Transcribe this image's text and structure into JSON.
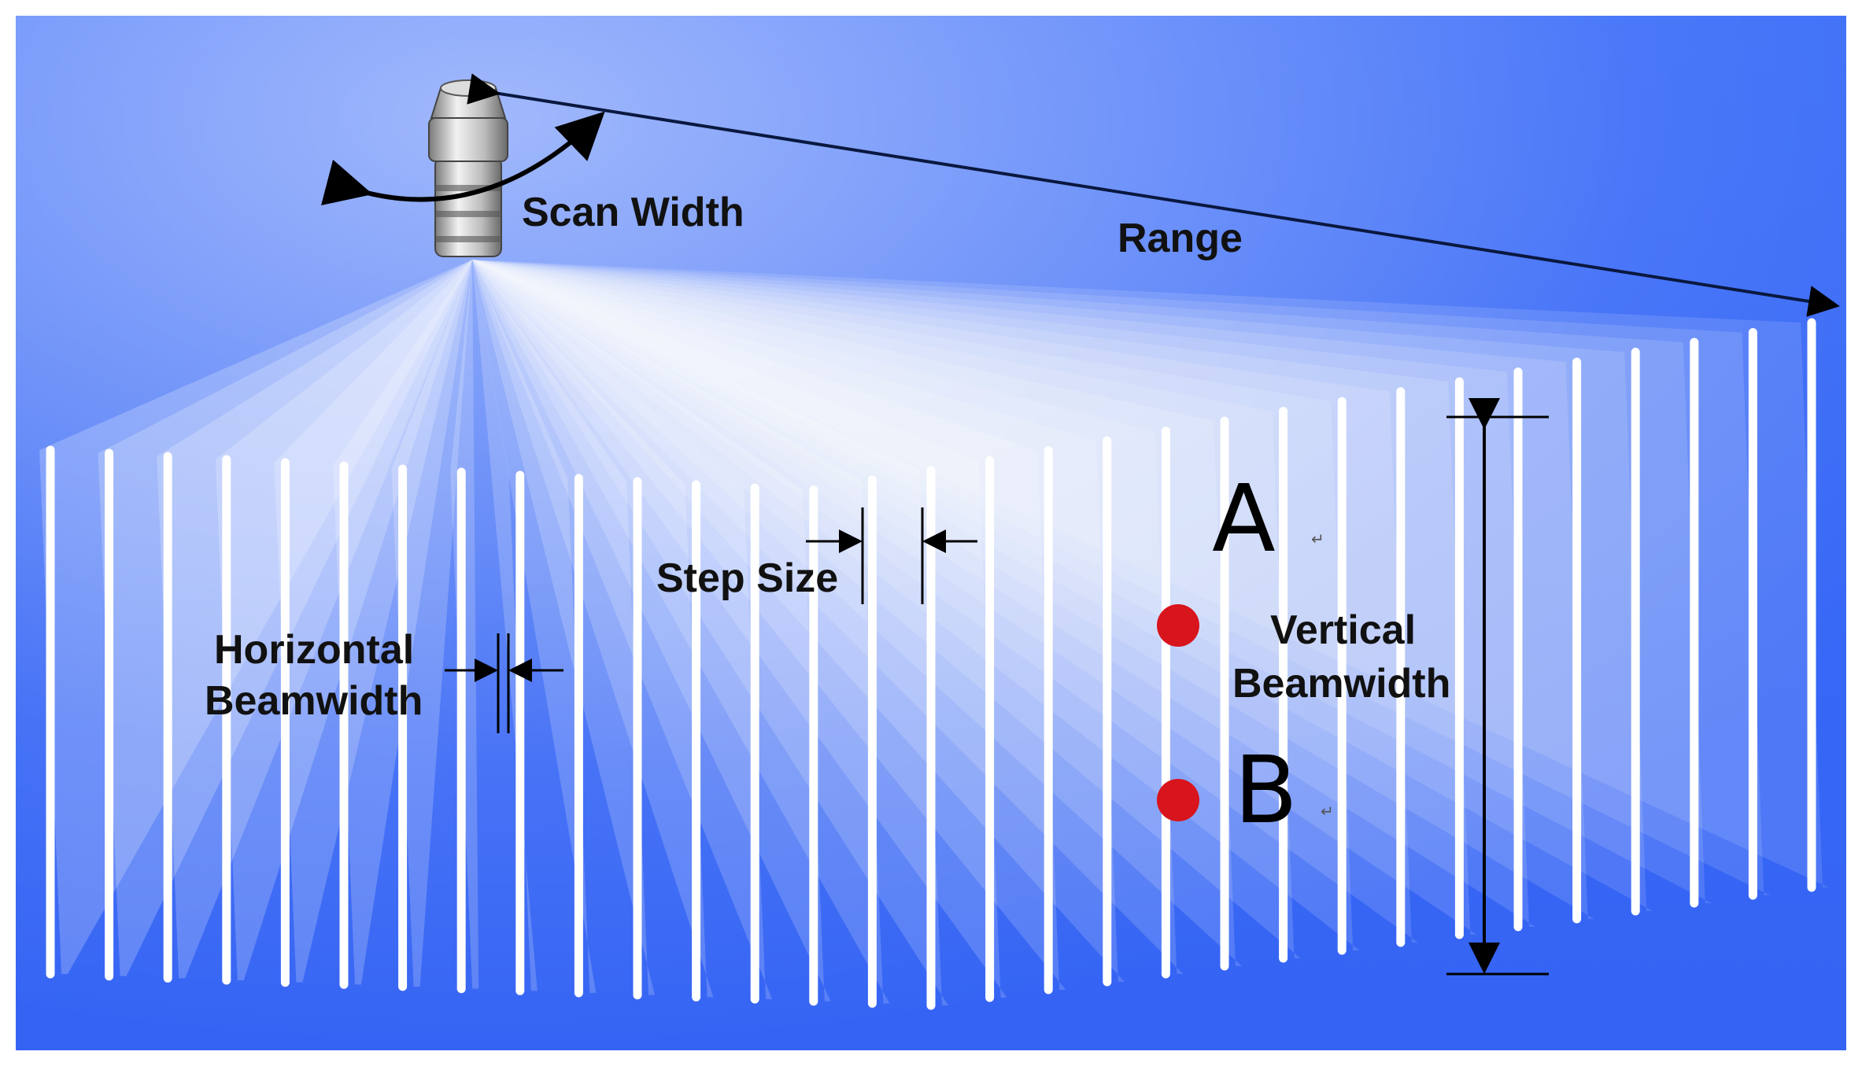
{
  "labels": {
    "scan_width": "Scan Width",
    "range": "Range",
    "step_size": "Step Size",
    "horizontal": "Horizontal",
    "beamwidth_h": "Beamwidth",
    "vertical": "Vertical",
    "beamwidth_v": "Beamwidth",
    "point_a": "A",
    "point_b": "B",
    "return_mark_a": "↵",
    "return_mark_b": "↵"
  },
  "icons": [
    "sonar-head-icon",
    "scan-arc-arrow-icon",
    "range-arrow-icon",
    "dimension-arrow-icon"
  ],
  "colors": {
    "background": "#3b6cf6",
    "beam": "#ffffff",
    "marker": "#d8141c",
    "arrow": "#000000"
  },
  "markers": [
    "A",
    "B"
  ],
  "beam_count": 31
}
